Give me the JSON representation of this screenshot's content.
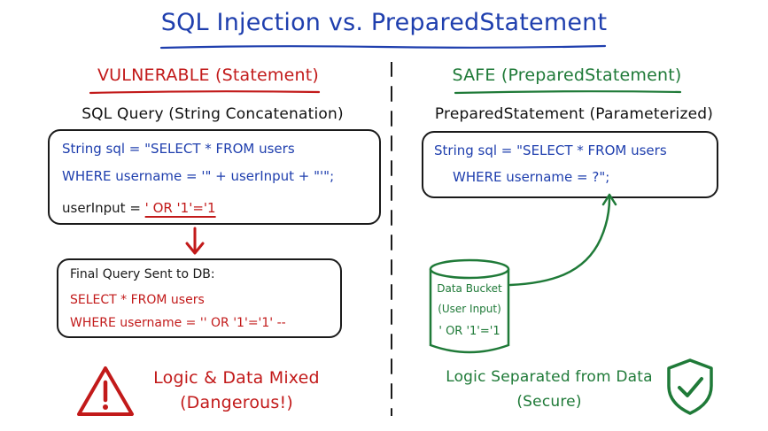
{
  "title": "SQL Injection vs. PreparedStatement",
  "left": {
    "heading": "VULNERABLE (Statement)",
    "subheading": "SQL Query (String Concatenation)",
    "code": {
      "line1": "String sql = \"SELECT * FROM users",
      "line2": "WHERE username = '\" + userInput + \"'\";",
      "line3_prefix": "userInput = ",
      "line3_payload": "' OR '1'='1"
    },
    "final_query": {
      "title": "Final Query Sent to DB:",
      "line1": "SELECT * FROM users",
      "line2": "WHERE username = '' OR '1'='1' --"
    },
    "conclusion_line1": "Logic & Data Mixed",
    "conclusion_line2": "(Dangerous!)",
    "icon": "warning-triangle-icon"
  },
  "right": {
    "heading": "SAFE (PreparedStatement)",
    "subheading": "PreparedStatement (Parameterized)",
    "code": {
      "line1": "String sql = \"SELECT * FROM users",
      "line2": "WHERE username = ?\";"
    },
    "bucket": {
      "line1": "Data Bucket",
      "line2": "(User Input)",
      "line3": "' OR '1'='1"
    },
    "conclusion_line1": "Logic Separated from Data",
    "conclusion_line2": "(Secure)",
    "icon": "shield-check-icon"
  },
  "colors": {
    "title": "#1f3fae",
    "vulnerable": "#c21a1a",
    "safe": "#1f7a38",
    "code": "#1f3fae",
    "outline": "#1a1a1a"
  }
}
